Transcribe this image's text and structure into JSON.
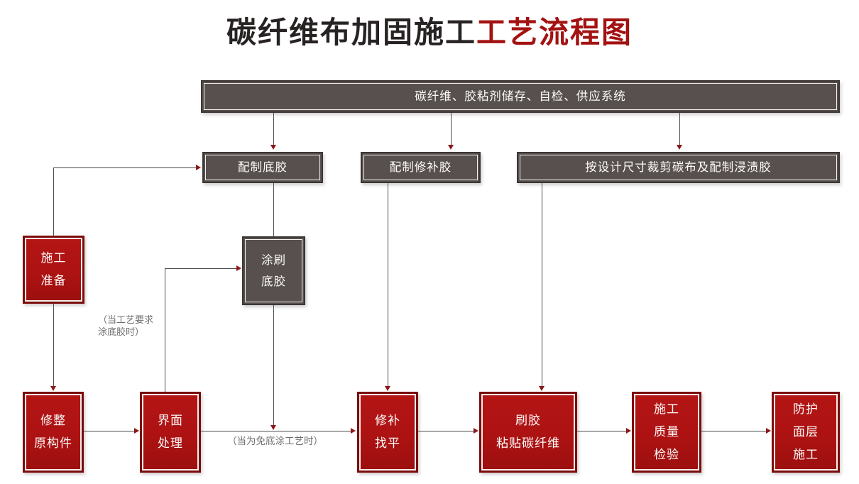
{
  "title": {
    "part1": "碳纤维布加固施工",
    "part2": "工艺流程图"
  },
  "nodes": {
    "storage_system": {
      "lines": [
        "碳纤维、胶粘剂储存、自检、供应系统"
      ]
    },
    "prepare_primer": {
      "lines": [
        "配制底胶"
      ]
    },
    "prepare_repair_adhesive": {
      "lines": [
        "配制修补胶"
      ]
    },
    "cut_cloth_prepare_impregnation": {
      "lines": [
        "按设计尺寸裁剪碳布及配制浸渍胶"
      ]
    },
    "apply_primer": {
      "lines": [
        "涂刷",
        "底胶"
      ]
    },
    "construction_prep": {
      "lines": [
        "施工",
        "准备"
      ]
    },
    "repair_original_members": {
      "lines": [
        "修整",
        "原构件"
      ]
    },
    "surface_treatment": {
      "lines": [
        "界面",
        "处理"
      ]
    },
    "repair_leveling": {
      "lines": [
        "修补",
        "找平"
      ]
    },
    "apply_adhesive_paste_fiber": {
      "lines": [
        "刷胶",
        "粘贴碳纤维"
      ]
    },
    "quality_inspection": {
      "lines": [
        "施工",
        "质量",
        "检验"
      ]
    },
    "protective_layer": {
      "lines": [
        "防护",
        "面层",
        "施工"
      ]
    }
  },
  "annotations": {
    "primer_required_note": {
      "lines": [
        "（当工艺要求",
        "涂底胶时）"
      ]
    },
    "no_primer_note": {
      "lines": [
        "（当为免底涂工艺时）"
      ]
    }
  },
  "colors": {
    "title_text": "#272323",
    "title_accent": "#a31212",
    "gray_box_fill": "#57504e",
    "gray_box_border": "#3b3737",
    "red_box_fill": "#ad1212",
    "red_box_border": "#7c0c0c",
    "box_inner_line": "#f5f0ee",
    "box_text": "#fdfbfa",
    "connector_line": "#4c4c4c",
    "arrow_head": "#8e1616",
    "annotation_text": "#6f6d6d",
    "background": "#ffffff"
  }
}
